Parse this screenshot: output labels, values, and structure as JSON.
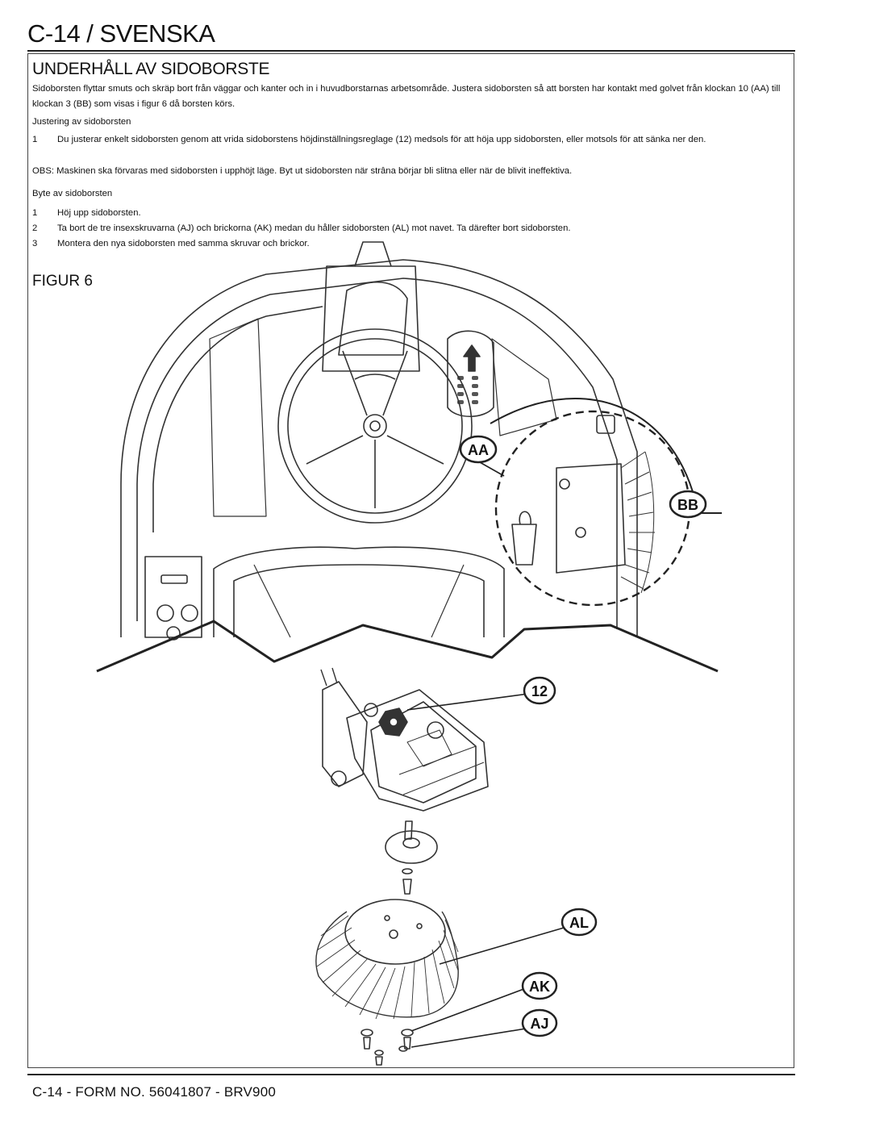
{
  "header": {
    "page_title": "C-14 / SVENSKA"
  },
  "section": {
    "title": "UNDERHÅLL AV SIDOBORSTE",
    "intro": "Sidoborsten flyttar smuts och skräp bort från väggar och kanter och in i huvudborstarnas arbetsområde.  Justera sidoborsten så att borsten har kontakt med golvet från klockan 10 (AA) till klockan 3 (BB) som visas i figur 6 då borsten körs.",
    "adjust_heading": "Justering av sidoborsten",
    "adjust_steps": [
      {
        "num": "1",
        "text": "Du justerar enkelt sidoborsten genom att vrida sidoborstens höjdinställningsreglage (12) medsols för att höja upp sidoborsten, eller motsols för att sänka ner den."
      }
    ],
    "obs": "OBS: Maskinen ska förvaras med sidoborsten i upphöjt läge.  Byt ut sidoborsten när strâna börjar bli slitna eller när de blivit ineffektiva.",
    "replace_heading": "Byte av sidoborsten",
    "replace_steps": [
      {
        "num": "1",
        "text": "Höj upp sidoborsten."
      },
      {
        "num": "2",
        "text": "Ta bort de tre insexskruvarna (AJ) och brickorna (AK) medan du håller sidoborsten (AL) mot navet. Ta därefter bort sidoborsten."
      },
      {
        "num": "3",
        "text": "Montera den nya sidoborsten med samma skruvar och brickor."
      }
    ]
  },
  "figure": {
    "label": "FIGUR 6",
    "callouts": {
      "aa": "AA",
      "bb": "BB",
      "c12": "12",
      "al": "AL",
      "ak": "AK",
      "aj": "AJ"
    }
  },
  "footer": {
    "text": "C-14 - FORM NO. 56041807 - BRV900"
  }
}
